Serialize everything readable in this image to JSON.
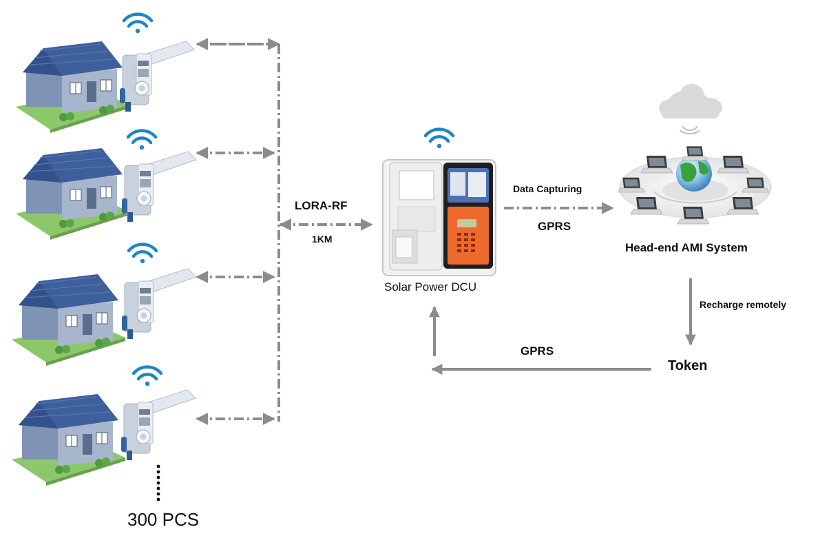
{
  "labels": {
    "lora_rf": "LORA-RF",
    "distance": "1KM",
    "dcu": "Solar Power DCU",
    "data_capturing": "Data Capturing",
    "gprs_top": "GPRS",
    "headend": "Head-end AMI System",
    "recharge": "Recharge remotely",
    "token": "Token",
    "gprs_bottom": "GPRS",
    "count": "300 PCS"
  },
  "colors": {
    "arrow_gray": "#8c8c8c",
    "wifi_blue": "#1e86c8",
    "roof_blue": "#3d5f9c",
    "house_wall": "#7f94b4",
    "lawn_green": "#8cc86a",
    "meter_body": "#c9d1dc",
    "dcu_orange": "#ee6a2c",
    "dcu_blue": "#4f6fb8",
    "globe_green": "#3aa23c",
    "cloud_gray": "#d9d9d9"
  },
  "icons": [
    "house-icon",
    "smart-meter-icon",
    "wifi-icon",
    "dcu-cabinet-icon",
    "cloud-icon",
    "globe-icon",
    "laptop-icon"
  ]
}
